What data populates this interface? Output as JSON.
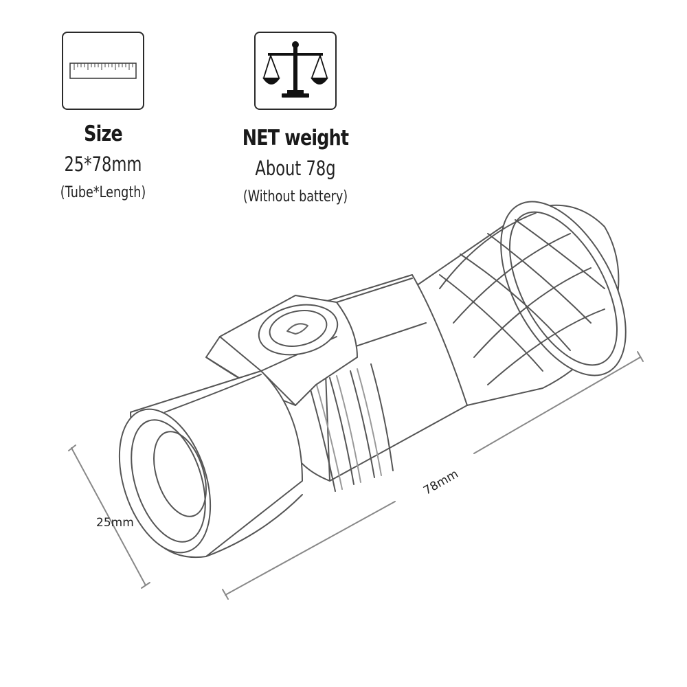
{
  "specs": {
    "size": {
      "icon": "ruler-icon",
      "title": "Size",
      "value": "25*78mm",
      "note": "(Tube*Length)"
    },
    "weight": {
      "icon": "balance-scale-icon",
      "title": "NET weight",
      "value": "About 78g",
      "note": "(Without battery)"
    }
  },
  "product": {
    "image": "flashlight-sketch",
    "dimensions": {
      "diameter": "25mm",
      "length": "78mm"
    }
  }
}
